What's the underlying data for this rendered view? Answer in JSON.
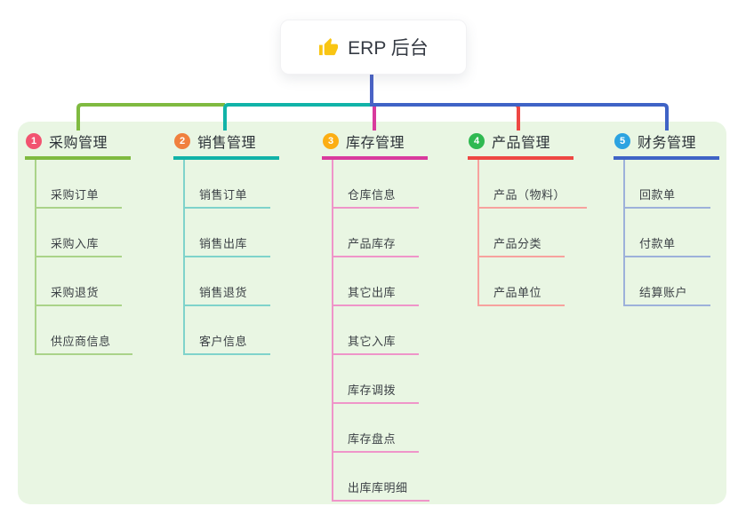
{
  "root": {
    "label": "ERP 后台",
    "icon": "thumbs-up-icon"
  },
  "branches": [
    {
      "num": "1",
      "label": "采购管理",
      "children": [
        {
          "label": "采购订单"
        },
        {
          "label": "采购入库"
        },
        {
          "label": "采购退货"
        },
        {
          "label": "供应商信息"
        }
      ]
    },
    {
      "num": "2",
      "label": "销售管理",
      "children": [
        {
          "label": "销售订单"
        },
        {
          "label": "销售出库"
        },
        {
          "label": "销售退货"
        },
        {
          "label": "客户信息"
        }
      ]
    },
    {
      "num": "3",
      "label": "库存管理",
      "children": [
        {
          "label": "仓库信息"
        },
        {
          "label": "产品库存"
        },
        {
          "label": "其它出库"
        },
        {
          "label": "其它入库"
        },
        {
          "label": "库存调拨"
        },
        {
          "label": "库存盘点"
        },
        {
          "label": "出库库明细"
        }
      ]
    },
    {
      "num": "4",
      "label": "产品管理",
      "children": [
        {
          "label": "产品（物料）"
        },
        {
          "label": "产品分类"
        },
        {
          "label": "产品单位"
        }
      ]
    },
    {
      "num": "5",
      "label": "财务管理",
      "children": [
        {
          "label": "回款单"
        },
        {
          "label": "付款单"
        },
        {
          "label": "结算账户"
        }
      ]
    }
  ],
  "colors": {
    "panel_bg": "#e9f6e3",
    "root_connector": "#4a63c6",
    "branch1_main": "#7fba40",
    "branch1_light": "#aad389",
    "branch1_badge": "#f25370",
    "branch2_main": "#11b3a8",
    "branch2_light": "#7fd3cb",
    "branch2_badge": "#f0803e",
    "branch3_main": "#d83a9d",
    "branch3_light": "#ef95c9",
    "branch3_badge": "#fcae13",
    "branch4_main": "#ee4743",
    "branch4_light": "#f7a29e",
    "branch4_badge": "#2fb951",
    "branch5_main": "#3f63c6",
    "branch5_light": "#9db1da",
    "branch5_badge": "#2ca3e1",
    "thumb_icon": "#f9c513"
  }
}
